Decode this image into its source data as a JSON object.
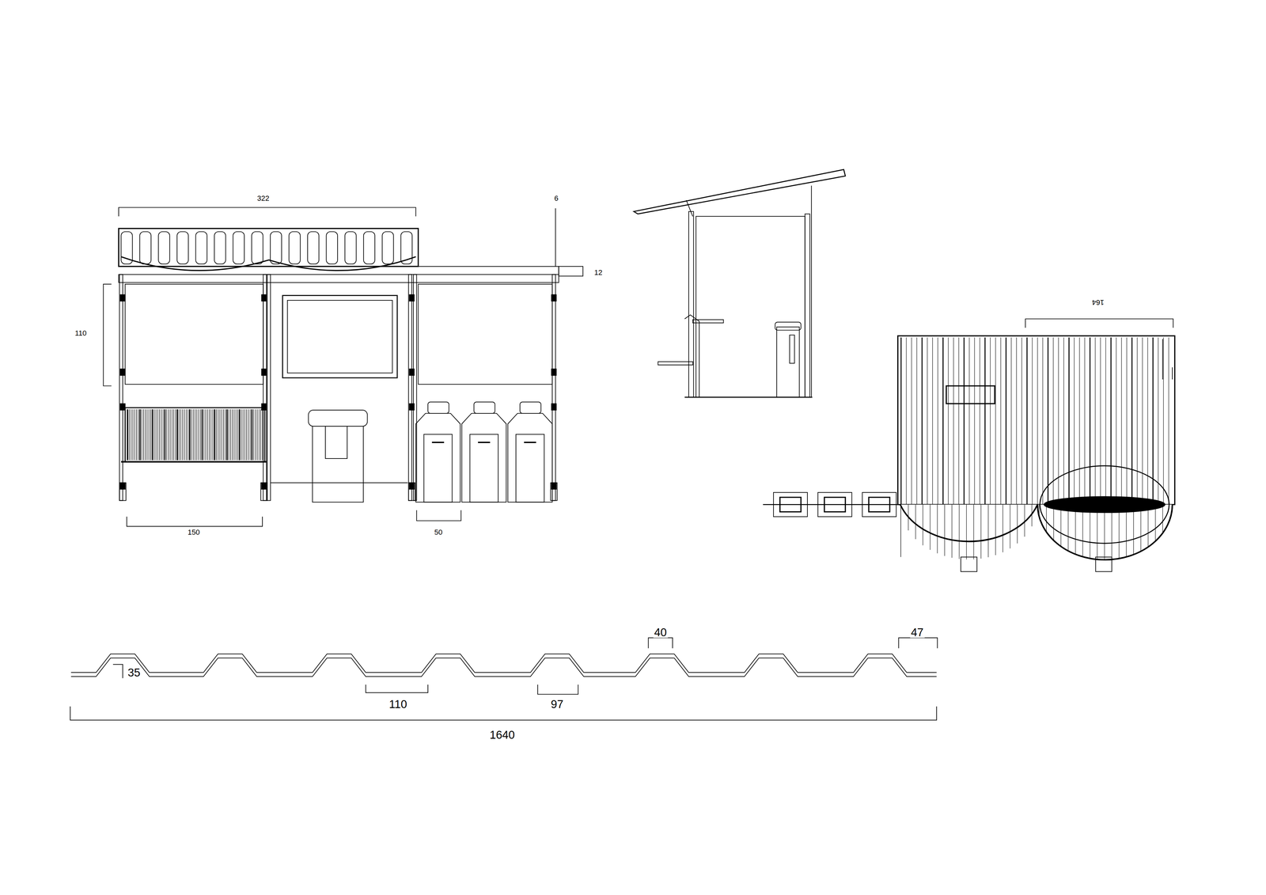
{
  "diagram": {
    "labels": [
      "322",
      "6",
      "12",
      "110",
      "150",
      "50",
      "164",
      "35",
      "110",
      "97",
      "40",
      "47",
      "1640"
    ]
  }
}
